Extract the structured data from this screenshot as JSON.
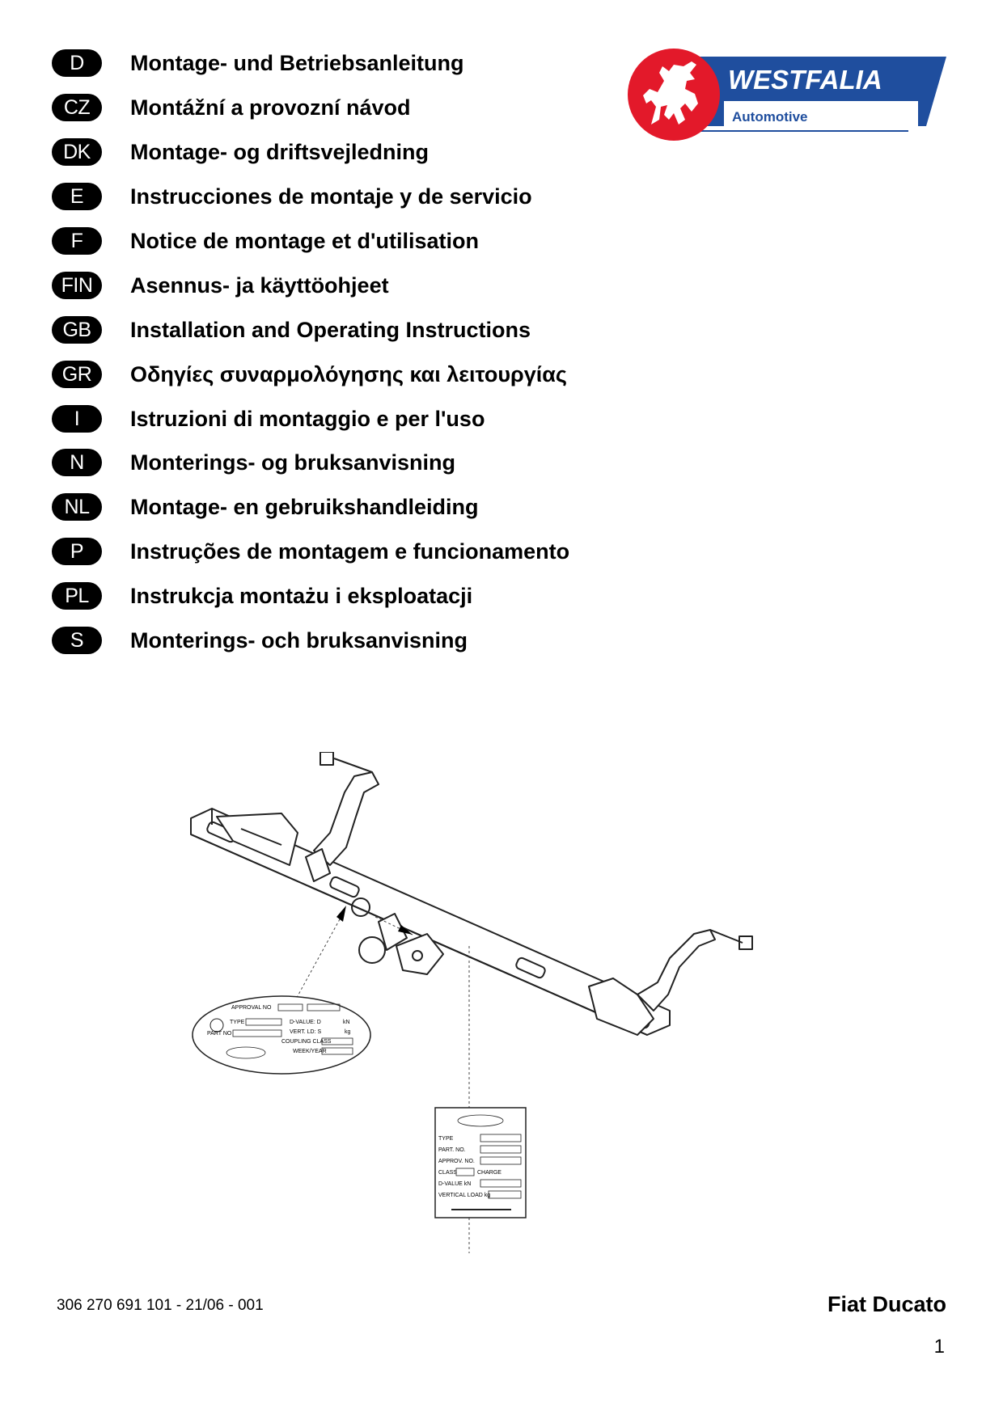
{
  "brand": {
    "name": "WESTFALIA",
    "subtitle": "Automotive",
    "red": "#E3192A",
    "blue": "#1F4E9E"
  },
  "languages": [
    {
      "code": "D",
      "title": "Montage- und Betriebsanleitung"
    },
    {
      "code": "CZ",
      "title": "Montážní a provozní návod"
    },
    {
      "code": "DK",
      "title": "Montage- og driftsvejledning"
    },
    {
      "code": "E",
      "title": "Instrucciones de montaje y de servicio"
    },
    {
      "code": "F",
      "title": "Notice de montage et d'utilisation"
    },
    {
      "code": "FIN",
      "title": "Asennus- ja käyttöohjeet"
    },
    {
      "code": "GB",
      "title": "Installation and Operating Instructions"
    },
    {
      "code": "GR",
      "title": "Οδηγίες συναρμολόγησης και λειτουργίας"
    },
    {
      "code": "I",
      "title": "Istruzioni di montaggio e per l'uso"
    },
    {
      "code": "N",
      "title": "Monterings- og bruksanvisning"
    },
    {
      "code": "NL",
      "title": "Montage- en gebruikshandleiding"
    },
    {
      "code": "P",
      "title": "Instruções de montagem e funcionamento"
    },
    {
      "code": "PL",
      "title": "Instrukcja montażu i eksploatacji"
    },
    {
      "code": "S",
      "title": "Monterings- och bruksanvisning"
    }
  ],
  "plate_left": {
    "approval_no": "APPROVAL NO",
    "type": "TYPE",
    "part_no": "PART NO",
    "d_value": "D-VALUE: D",
    "d_unit": "kN",
    "vert_ld": "VERT. LD: S",
    "vert_unit": "kg",
    "coupling_class": "COUPLING CLASS",
    "week_year": "WEEK/YEAR"
  },
  "plate_right": {
    "type": "TYPE",
    "part_no": "PART. NO.",
    "approv_no": "APPROV. NO.",
    "class": "CLASS",
    "charge": "CHARGE",
    "d_value": "D-VALUE kN",
    "vertical_load": "VERTICAL LOAD kg"
  },
  "footer": {
    "doc_number": "306 270  691 101 - 21/06 - 001",
    "model": "Fiat Ducato",
    "page": "1"
  }
}
